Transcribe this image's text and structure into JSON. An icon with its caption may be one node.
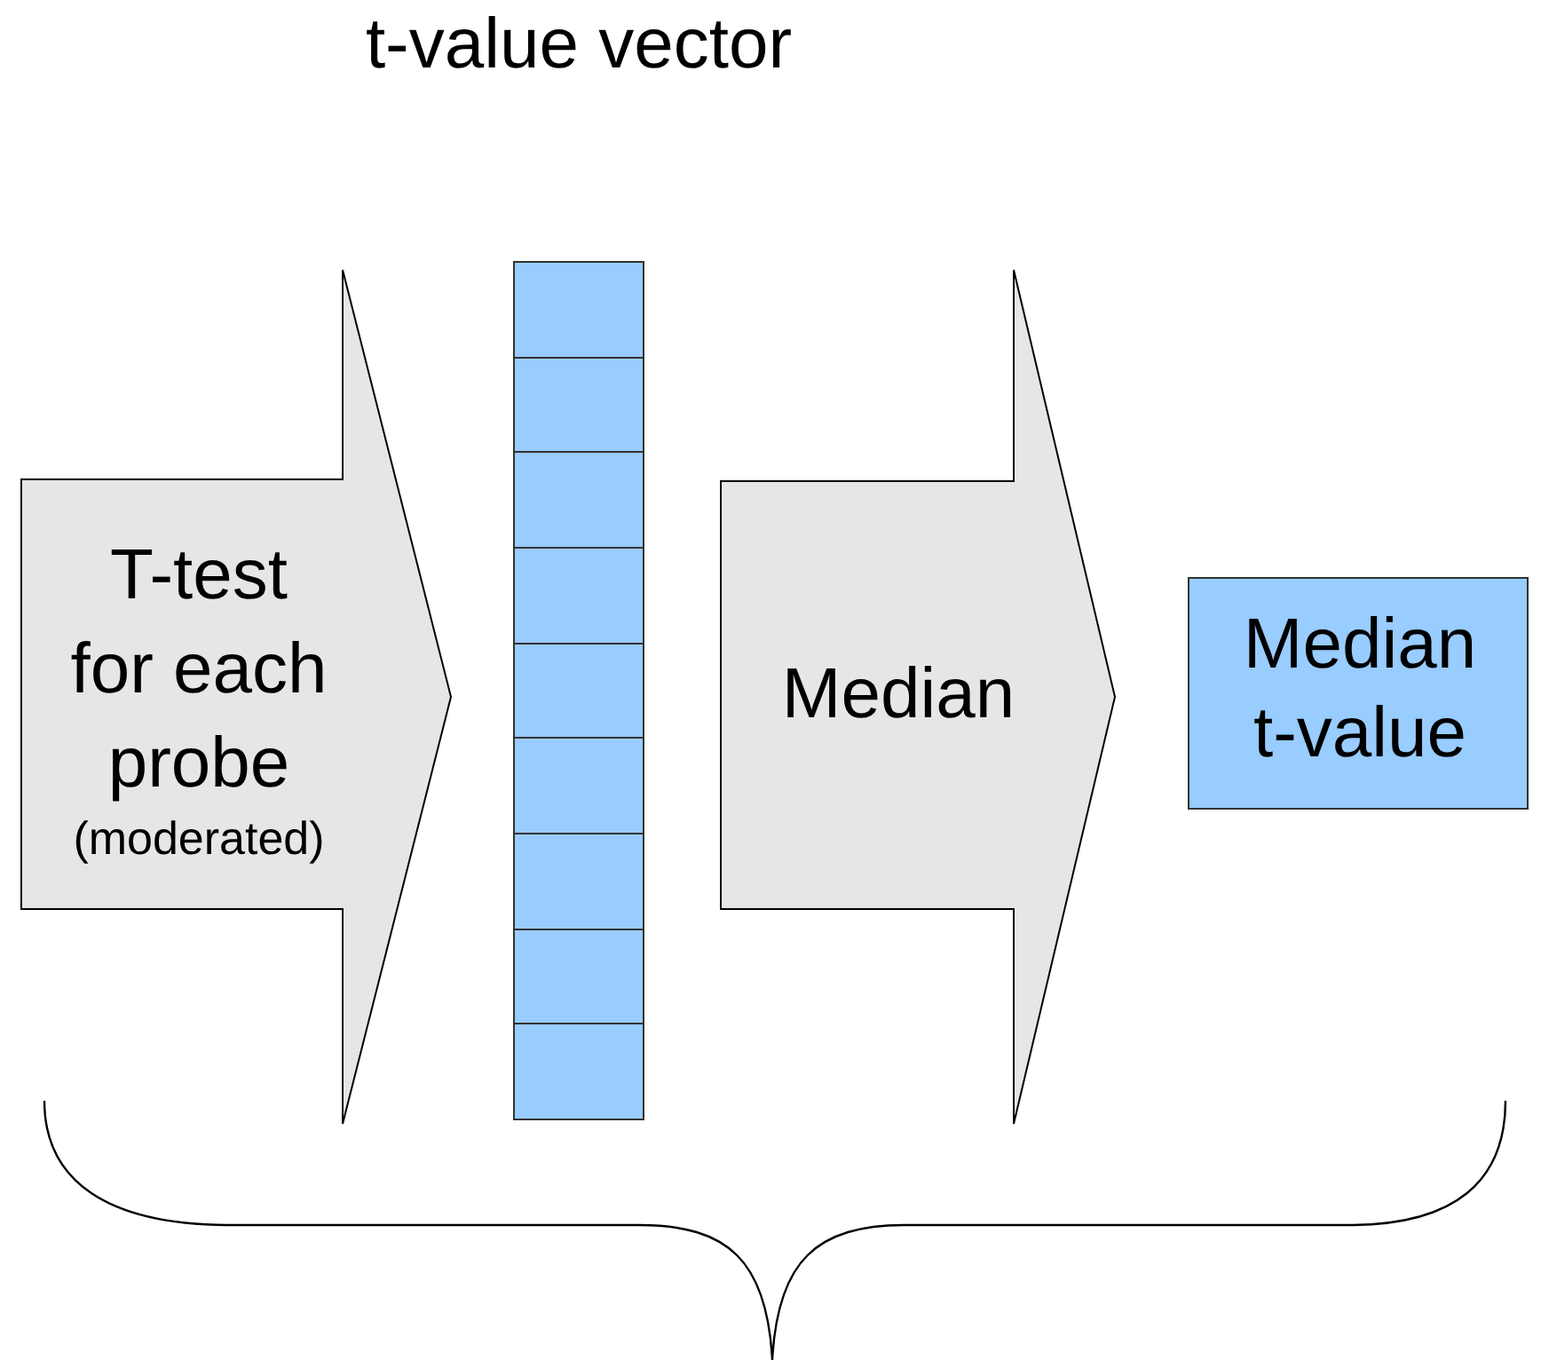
{
  "diagram": {
    "nodes": [
      {
        "text": [
          "T-test for each probe",
          "(moderated)"
        ]
      },
      {
        "text": [],
        "shape": "bar",
        "beside": [
          "t-value vector"
        ]
      },
      {
        "text": [
          "Median"
        ]
      },
      {
        "text": [
          "Median t-value"
        ]
      }
    ]
  }
}
